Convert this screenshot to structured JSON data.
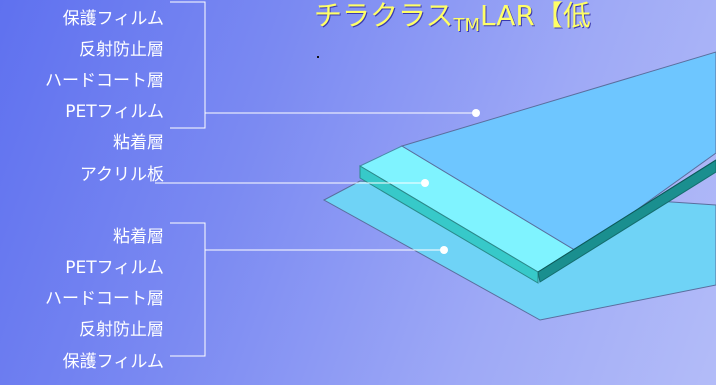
{
  "title": {
    "main": "チラクラス",
    "subscript": "TM",
    "suffix": "LAR【低"
  },
  "top_group": [
    "保護フィルム",
    "反射防止層",
    "ハードコート層",
    "PETフィルム"
  ],
  "middle_group": [
    "粘着層",
    "アクリル板"
  ],
  "bottom_group": [
    "粘着層",
    "PETフィルム",
    "ハードコート層",
    "反射防止層",
    "保護フィルム"
  ],
  "colors": {
    "background_start": "#5f71ef",
    "background_end": "#b3bcf8",
    "title": "#ffff66",
    "top_film": "#6ec6ff",
    "acrylic_top": "#7ff3ff",
    "acrylic_side": "#37c9c9",
    "bottom_film": "#6fd3f6",
    "edge_teal": "#1a8f8f",
    "leader_line": "#ffffff"
  }
}
